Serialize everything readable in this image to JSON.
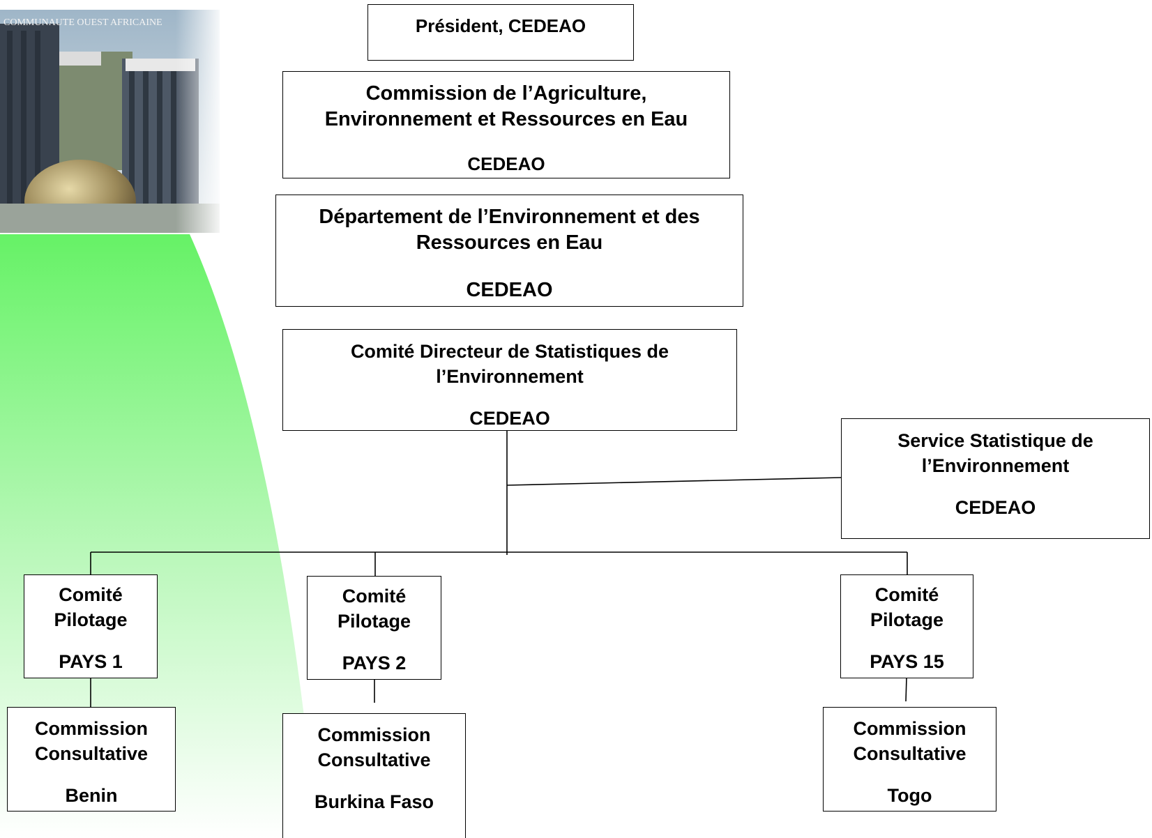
{
  "colors": {
    "accent_green": "#66f266",
    "border": "#000000"
  },
  "decorations": {
    "photo_icon": "building-photo-icon",
    "photo_caption": "COMMUNAUTE OUEST AFRICAINE"
  },
  "nodes": {
    "president": {
      "title": "Président, CEDEAO"
    },
    "commission_agri": {
      "title": "Commission de l’Agriculture,\nEnvironnement et Ressources en Eau",
      "sub": "CEDEAO"
    },
    "departement_env": {
      "title": "Département de l’Environnement et des\nRessources en Eau",
      "sub": "CEDEAO"
    },
    "comite_directeur": {
      "title": "Comité Directeur de Statistiques de\nl’Environnement",
      "sub": "CEDEAO"
    },
    "service_stat": {
      "title": "Service Statistique de\nl’Environnement",
      "sub": "CEDEAO"
    },
    "pilotage_1": {
      "title": "Comité\nPilotage",
      "sub": "PAYS 1"
    },
    "pilotage_2": {
      "title": "Comité\nPilotage",
      "sub": "PAYS 2"
    },
    "pilotage_15": {
      "title": "Comité\nPilotage",
      "sub": "PAYS 15"
    },
    "consult_benin": {
      "title": "Commission\nConsultative",
      "sub": "Benin"
    },
    "consult_burkina": {
      "title": "Commission\nConsultative",
      "sub": "Burkina Faso"
    },
    "consult_togo": {
      "title": "Commission\nConsultative",
      "sub": "Togo"
    }
  }
}
